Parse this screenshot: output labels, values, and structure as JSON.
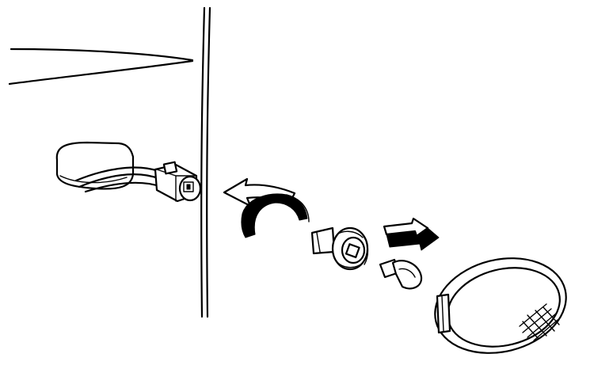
{
  "diagram": {
    "description_text": "",
    "colors": {
      "ink": "#000000",
      "paper": "#ffffff"
    },
    "parts": [
      {
        "name": "body-panel"
      },
      {
        "name": "bulb-socket-wiring"
      },
      {
        "name": "rotate-arrow"
      },
      {
        "name": "pull-out-arrow"
      },
      {
        "name": "bulb-socket"
      },
      {
        "name": "wedge-bulb"
      },
      {
        "name": "side-marker-lens"
      }
    ]
  }
}
